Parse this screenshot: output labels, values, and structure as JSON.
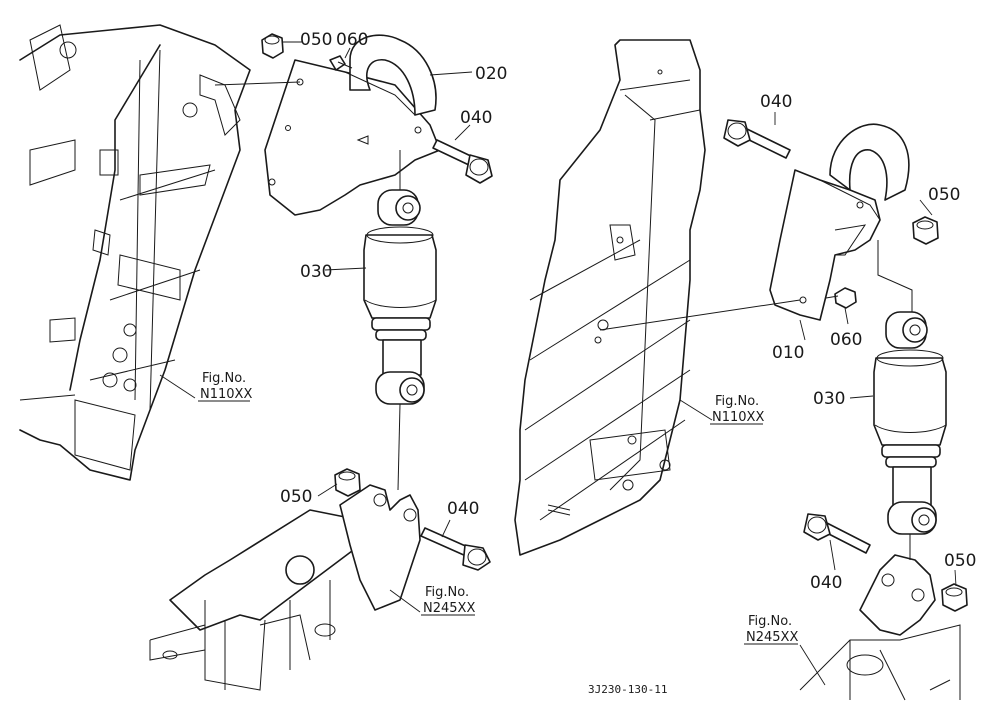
{
  "parts": {
    "p010": "010",
    "p020": "020",
    "p030": "030",
    "p040": "040",
    "p050": "050",
    "p060": "060"
  },
  "refs": {
    "fig_label": "Fig.No.",
    "n110": "N110XX",
    "n245": "N245XX"
  },
  "doc_code": "3J230-130-11"
}
